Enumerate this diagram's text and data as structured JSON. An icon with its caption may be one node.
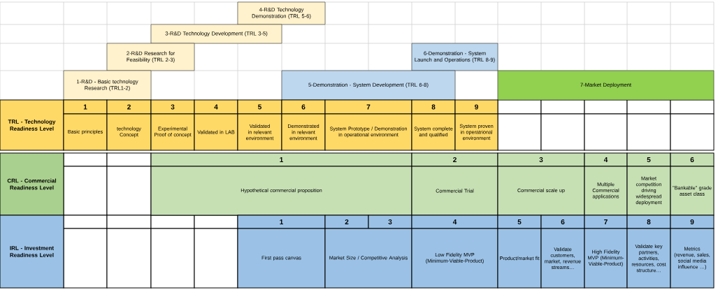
{
  "diagram": {
    "nodes": [
      {
        "text": [
          "4-R&D Technology Demonstration (TRL 5-6)"
        ]
      },
      {
        "text": [
          "3-R&D Technology Development (TRL 3-5)"
        ]
      },
      {
        "text": [
          "2-R&D Research for Feasibility (TRL 2-3)"
        ]
      },
      {
        "text": [
          "6-Demonstration - System Launch and Operations (TRL 8-9)"
        ]
      },
      {
        "text": [
          "1-R&D - Basic technology Research (TRL1-2)"
        ]
      },
      {
        "text": [
          "5-Demonstration - System Development (TRL 6-8)"
        ]
      },
      {
        "text": [
          "7-Market Deployment"
        ]
      },
      {
        "text": [
          "TRL - Technology Readiness Level"
        ]
      },
      {
        "text": [
          "1"
        ]
      },
      {
        "text": [
          "2"
        ]
      },
      {
        "text": [
          "3"
        ]
      },
      {
        "text": [
          "4"
        ]
      },
      {
        "text": [
          "5"
        ]
      },
      {
        "text": [
          "6"
        ]
      },
      {
        "text": [
          "7"
        ]
      },
      {
        "text": [
          "8"
        ]
      },
      {
        "text": [
          "9"
        ]
      },
      {
        "text": [
          "Basic principles"
        ]
      },
      {
        "text": [
          "technology Concept"
        ]
      },
      {
        "text": [
          "Experimental Proof of concept"
        ]
      },
      {
        "text": [
          "Validated in LAB"
        ]
      },
      {
        "text": [
          "Validated in relevant environment"
        ]
      },
      {
        "text": [
          "Demonstrated in relevant environment"
        ]
      },
      {
        "text": [
          "System Prototype / Demonstration in operational environment"
        ]
      },
      {
        "text": [
          "System complete and qualified"
        ]
      },
      {
        "text": [
          "System proven in operatrional environment"
        ]
      },
      {
        "text": [
          "CRL - Commercial Readiness Level"
        ]
      },
      {
        "text": [
          "1"
        ]
      },
      {
        "text": [
          "2"
        ]
      },
      {
        "text": [
          "3"
        ]
      },
      {
        "text": [
          "4"
        ]
      },
      {
        "text": [
          "5"
        ]
      },
      {
        "text": [
          "6"
        ]
      },
      {
        "text": [
          "Hypothetical commercial proposition"
        ]
      },
      {
        "text": [
          "Commercial Trial"
        ]
      },
      {
        "text": [
          "Commercial scale up"
        ]
      },
      {
        "text": [
          "Multiple Commercial applications"
        ]
      },
      {
        "text": [
          "Market competition driving widespread deployment"
        ]
      },
      {
        "text": [
          "\"Bankable\" grade asset class"
        ]
      },
      {
        "text": [
          "IRL - Investment Readiness Level"
        ]
      },
      {
        "text": [
          "1"
        ]
      },
      {
        "text": [
          "2"
        ]
      },
      {
        "text": [
          "3"
        ]
      },
      {
        "text": [
          "4"
        ]
      },
      {
        "text": [
          "5"
        ]
      },
      {
        "text": [
          "6"
        ]
      },
      {
        "text": [
          "7"
        ]
      },
      {
        "text": [
          "8"
        ]
      },
      {
        "text": [
          "9"
        ]
      },
      {
        "text": [
          "First pass canvas"
        ]
      },
      {
        "text": [
          "Market Size / Competitive Analysis"
        ]
      },
      {
        "text": [
          "Low Fidelity MVP (Minimum-Viable-Product)"
        ]
      },
      {
        "text": [
          "Product/market fit"
        ]
      },
      {
        "text": [
          "Validate customers, market, revenue streams…"
        ]
      },
      {
        "text": [
          "High Fidelity MVP (Minimum-Viable-Product)"
        ]
      },
      {
        "text": [
          "Validate key partners, activities, resources, cost structure…"
        ]
      },
      {
        "text": [
          "Metrics (revenue, sales, social media influence …)"
        ]
      }
    ]
  }
}
